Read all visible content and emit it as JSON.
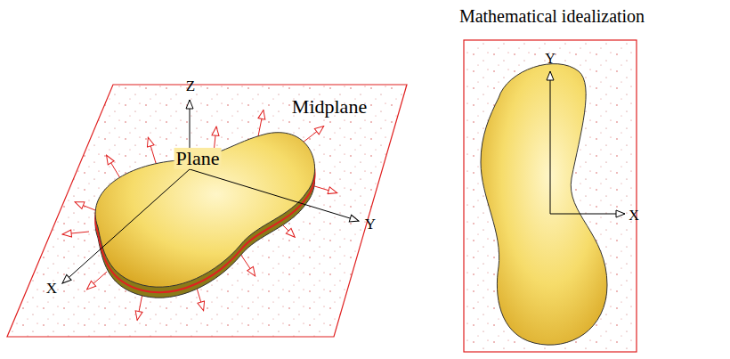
{
  "diagram": {
    "labels": [
      "Midplane",
      "Z",
      "Plane",
      "Y",
      "X",
      "Mathematical idealization",
      "Y",
      "X"
    ]
  }
}
